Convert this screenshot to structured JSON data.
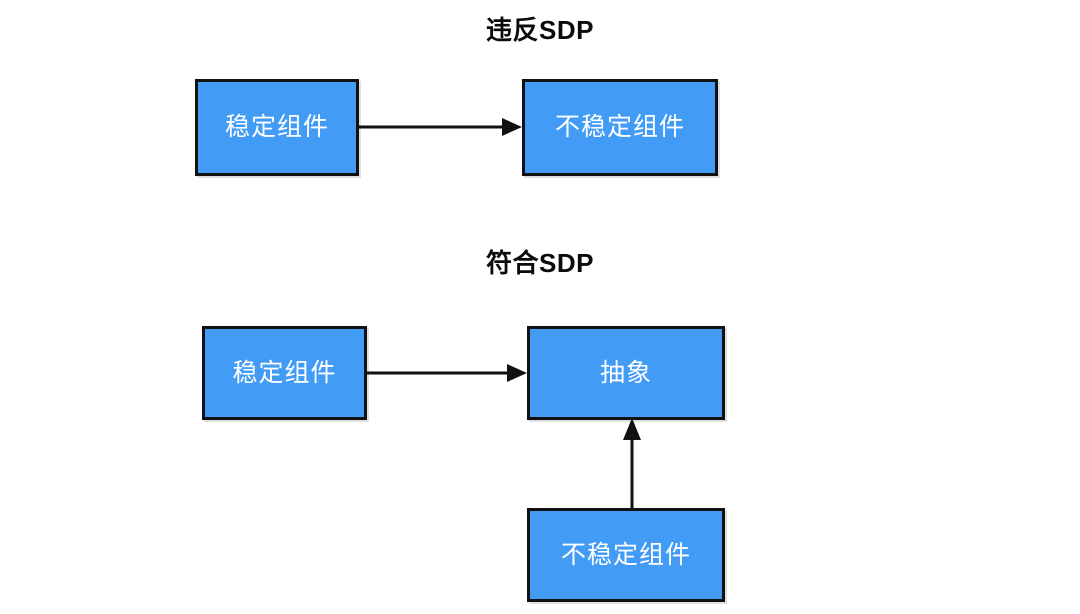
{
  "diagram": {
    "background": "#ffffff",
    "node_fill": "#429bf5",
    "node_border": "#111111",
    "node_text_color": "#ffffff",
    "arrow_color": "#111111",
    "sections": [
      {
        "title": "违反SDP",
        "nodes": [
          {
            "label": "稳定组件"
          },
          {
            "label": "不稳定组件"
          }
        ],
        "arrows": [
          {
            "from": "稳定组件",
            "to": "不稳定组件",
            "direction": "right"
          }
        ]
      },
      {
        "title": "符合SDP",
        "nodes": [
          {
            "label": "稳定组件"
          },
          {
            "label": "抽象"
          },
          {
            "label": "不稳定组件"
          }
        ],
        "arrows": [
          {
            "from": "稳定组件",
            "to": "抽象",
            "direction": "right"
          },
          {
            "from": "不稳定组件",
            "to": "抽象",
            "direction": "up"
          }
        ]
      }
    ]
  }
}
